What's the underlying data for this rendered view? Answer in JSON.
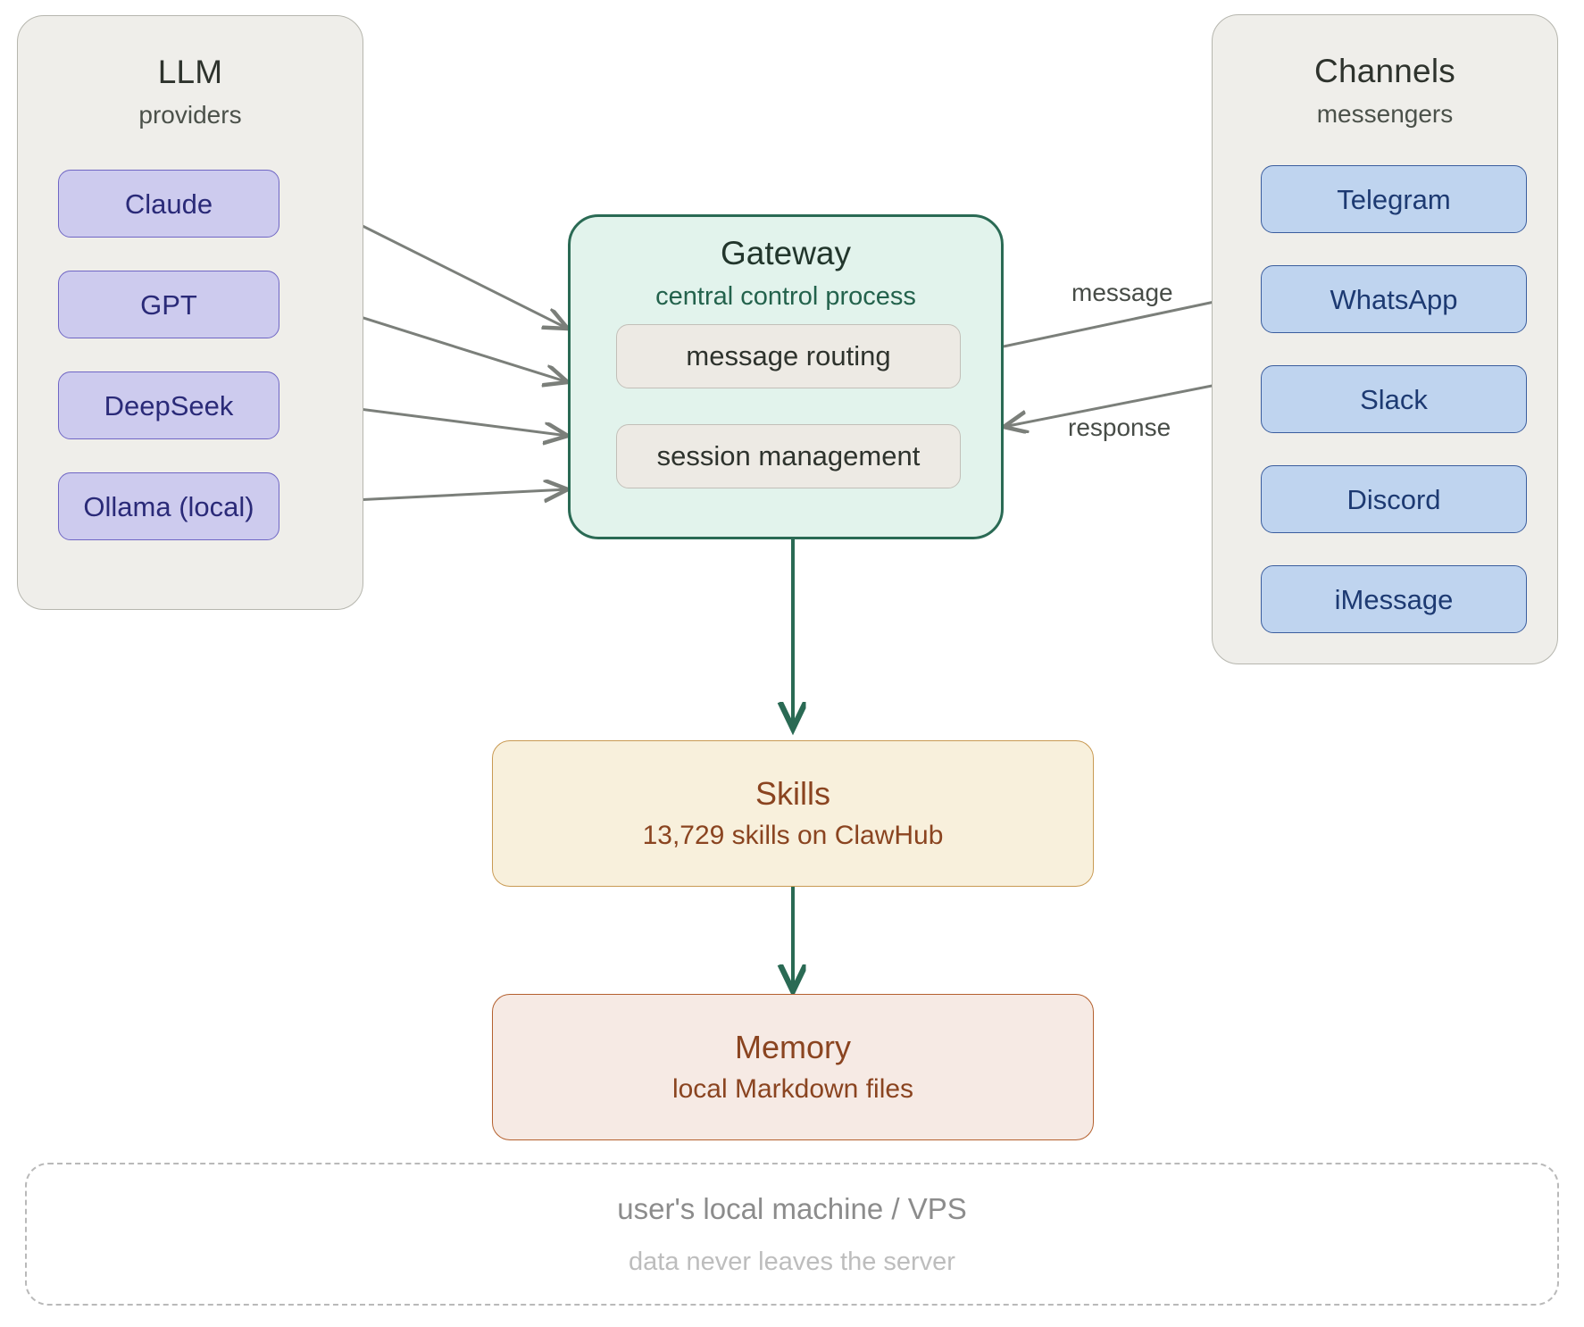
{
  "diagram": {
    "llm_group": {
      "title": "LLM",
      "subtitle": "providers",
      "items": [
        {
          "label": "Claude"
        },
        {
          "label": "GPT"
        },
        {
          "label": "DeepSeek"
        },
        {
          "label": "Ollama (local)"
        }
      ]
    },
    "gateway": {
      "title": "Gateway",
      "subtitle": "central control process",
      "components": [
        {
          "label": "message routing"
        },
        {
          "label": "session management"
        }
      ]
    },
    "channels_group": {
      "title": "Channels",
      "subtitle": "messengers",
      "items": [
        {
          "label": "Telegram"
        },
        {
          "label": "WhatsApp"
        },
        {
          "label": "Slack"
        },
        {
          "label": "Discord"
        },
        {
          "label": "iMessage"
        }
      ]
    },
    "skills": {
      "title": "Skills",
      "subtitle": "13,729 skills on ClawHub"
    },
    "memory": {
      "title": "Memory",
      "subtitle": "local Markdown files"
    },
    "footer": {
      "title": "user's local machine / VPS",
      "subtitle": "data never leaves the server"
    },
    "edges": [
      {
        "label": "message",
        "from": "gateway",
        "to": "channels"
      },
      {
        "label": "response",
        "from": "channels",
        "to": "gateway"
      }
    ],
    "colors": {
      "panel_fill": "#efeeea",
      "panel_border": "#b6b6ae",
      "llm_node_fill": "#cdcbee",
      "llm_node_border": "#6f66c4",
      "llm_node_text": "#2a2a78",
      "channel_node_fill": "#bfd4ef",
      "channel_node_border": "#3a5d9e",
      "channel_node_text": "#1d3a72",
      "gateway_fill": "#e2f3ec",
      "gateway_border": "#2a6a54",
      "gateway_inner_fill": "#edeae4",
      "skills_fill": "#f8f0dc",
      "skills_border": "#c99a53",
      "memory_fill": "#f6eae4",
      "memory_border": "#b4602e",
      "accent_brown": "#8a4420",
      "arrow_gray": "#7b7f7a",
      "arrow_green": "#2a6a54",
      "footer_border": "#b9b9b9"
    }
  }
}
